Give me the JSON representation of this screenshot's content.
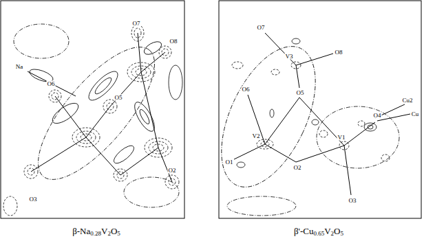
{
  "diagram": {
    "labels": [
      "O7",
      "O8",
      "Na",
      "O6",
      "O5",
      "O2",
      "O3",
      "O7",
      "O8",
      "V3",
      "O6",
      "O5",
      "V2",
      "O1",
      "O2",
      "V1",
      "O3",
      "O4",
      "Cu2",
      "Cu",
      "β-Na0.28V2O5",
      "β'-Cu0.65V2O5"
    ]
  }
}
